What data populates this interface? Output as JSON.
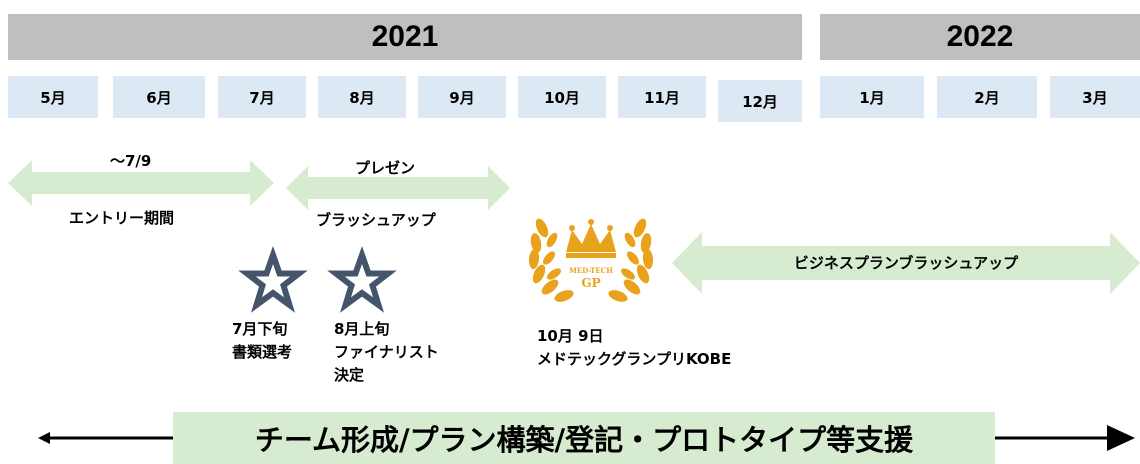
{
  "years": [
    {
      "label": "2021"
    },
    {
      "label": "2022"
    }
  ],
  "months": [
    "5月",
    "6月",
    "7月",
    "8月",
    "9月",
    "10月",
    "11月",
    "12月",
    "1月",
    "2月",
    "3月"
  ],
  "phases": {
    "entry": {
      "top": "〜7/9",
      "bottom": "エントリー期間"
    },
    "presentation": {
      "top": "プレゼン",
      "bottom": "ブラッシュアップ"
    },
    "business": {
      "label": "ビジネスプランブラッシュアップ"
    }
  },
  "milestones": {
    "screening": {
      "line1": "7月下旬",
      "line2": "書類選考"
    },
    "finalist": {
      "line1": "8月上旬",
      "line2": "ファイナリスト",
      "line3": "決定"
    },
    "grandprix": {
      "line1": "10月 9日",
      "line2": "メドテックグランプリKOBE"
    }
  },
  "logo": {
    "text1": "MED-TECH",
    "text2": "GP"
  },
  "support_banner": "チーム形成/プラン構築/登記・プロトタイプ等支援",
  "colors": {
    "year_bar": "#bfbfbf",
    "month_box": "#dce8f4",
    "phase_arrow": "#d7ebd0",
    "star": "#44546a",
    "logo_gold": "#e8a21c"
  }
}
